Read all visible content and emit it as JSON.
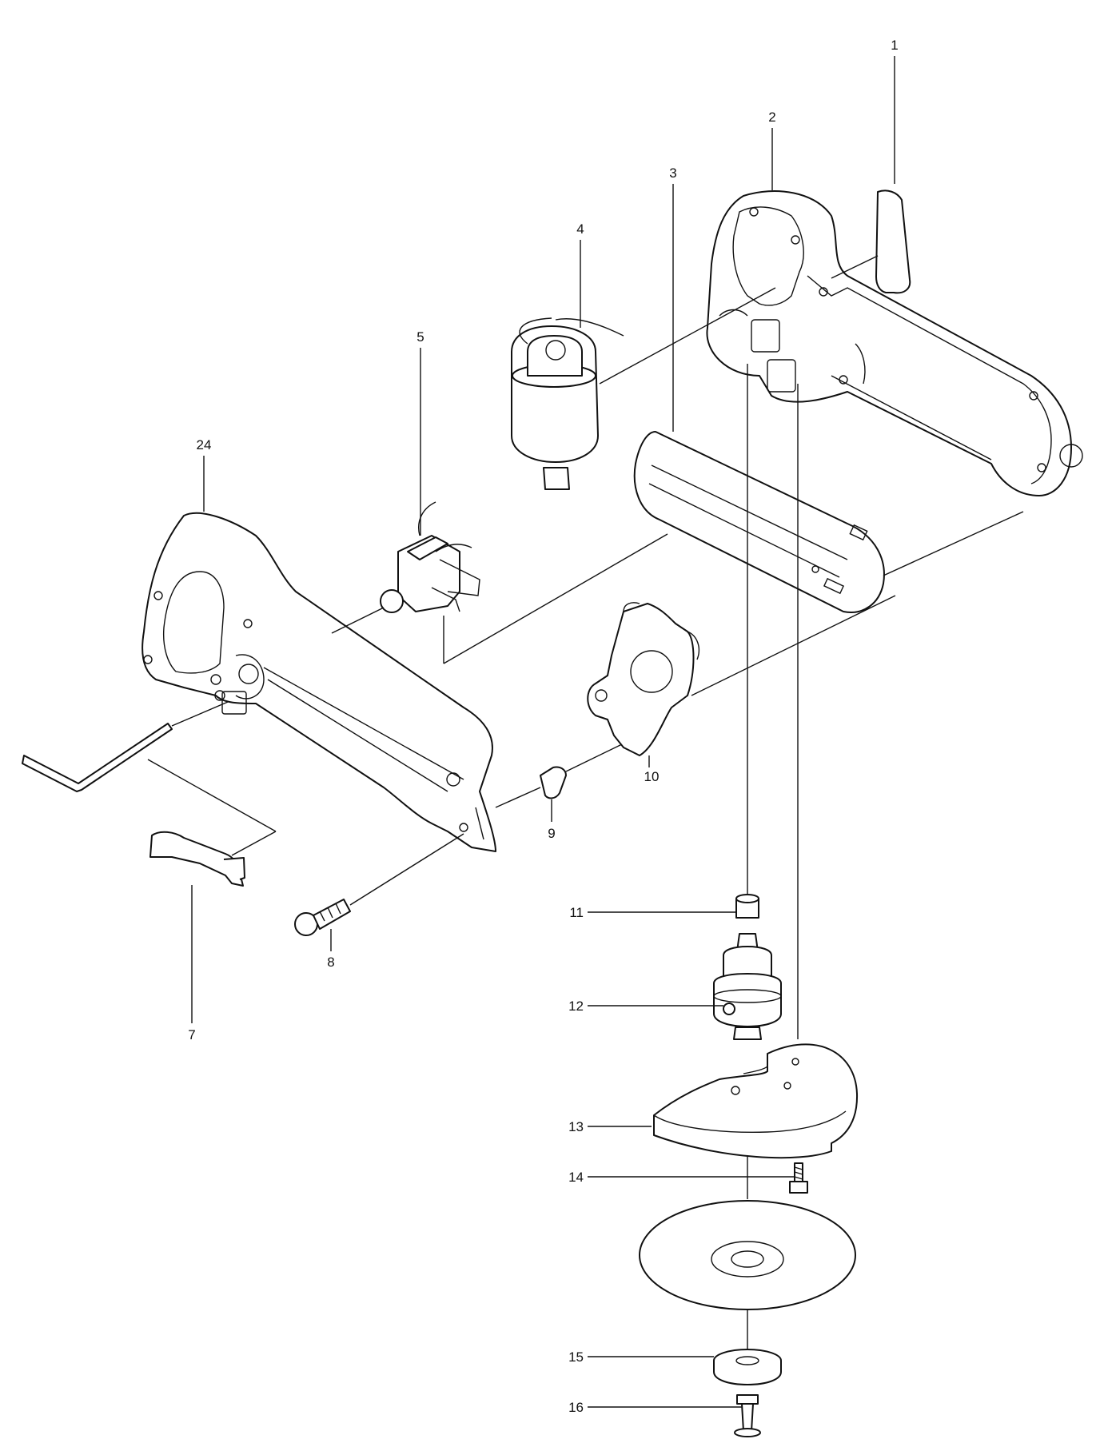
{
  "diagram": {
    "type": "exploded parts diagram",
    "callouts": [
      {
        "id": "1",
        "text": "1"
      },
      {
        "id": "2",
        "text": "2"
      },
      {
        "id": "3",
        "text": "3"
      },
      {
        "id": "4",
        "text": "4"
      },
      {
        "id": "5",
        "text": "5"
      },
      {
        "id": "7",
        "text": "7"
      },
      {
        "id": "8",
        "text": "8"
      },
      {
        "id": "9",
        "text": "9"
      },
      {
        "id": "10",
        "text": "10"
      },
      {
        "id": "11",
        "text": "11"
      },
      {
        "id": "12",
        "text": "12"
      },
      {
        "id": "13",
        "text": "13"
      },
      {
        "id": "14",
        "text": "14"
      },
      {
        "id": "15",
        "text": "15"
      },
      {
        "id": "16",
        "text": "16"
      },
      {
        "id": "24",
        "text": "24"
      }
    ]
  }
}
